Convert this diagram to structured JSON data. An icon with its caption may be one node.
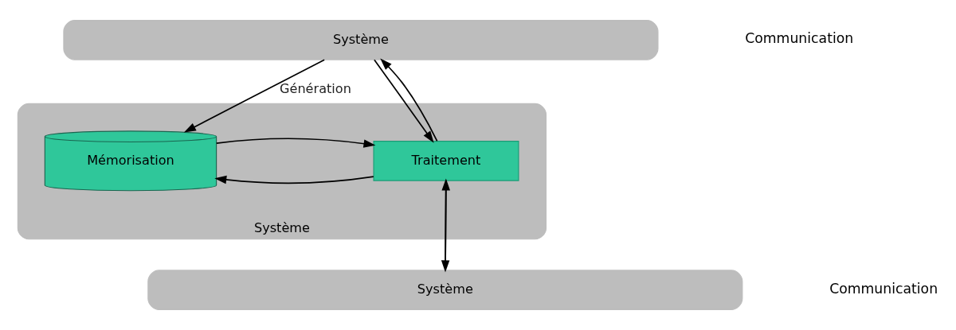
{
  "diagram": {
    "nodes": [
      {
        "text": [
          "Système"
        ]
      },
      {
        "text": [
          "Système"
        ]
      },
      {
        "text": [
          "Traitement"
        ],
        "in": 1
      },
      {
        "text": [
          "Mémorisation"
        ],
        "in": 1
      },
      {
        "text": [
          "Système"
        ]
      }
    ],
    "edges": [
      {
        "from": 0,
        "to": 2,
        "arrow": "to"
      },
      {
        "from": 2,
        "to": 0,
        "arrow": "to"
      },
      {
        "from": 0,
        "to": 3,
        "arrow": "to",
        "label": "Génération"
      },
      {
        "from": 2,
        "to": 3,
        "arrow": "to"
      },
      {
        "from": 3,
        "to": 2,
        "arrow": "to"
      },
      {
        "from": 2,
        "to": 4,
        "arrow": "to"
      },
      {
        "from": 4,
        "to": 2,
        "arrow": "to"
      }
    ],
    "labels": [
      "Communication",
      "Communication"
    ]
  }
}
